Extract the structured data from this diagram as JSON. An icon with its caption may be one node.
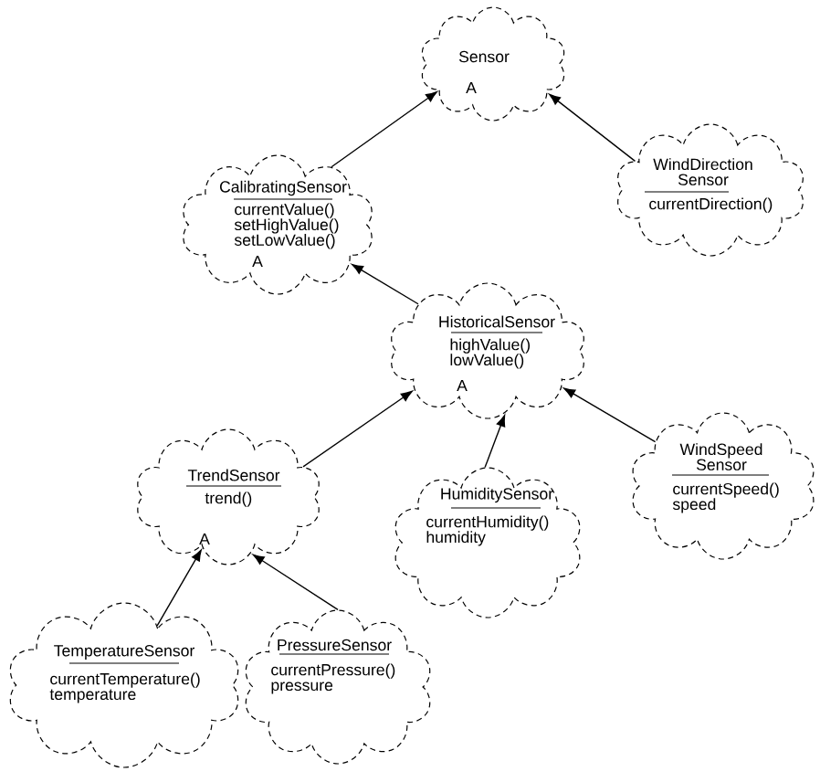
{
  "diagram": {
    "nodes": [
      {
        "text": [
          "Sensor",
          "A"
        ]
      },
      {
        "text": [
          "CalibratingSensor",
          "currentValue() setHighValue() setLowValue()",
          "A"
        ]
      },
      {
        "text": [
          "WindDirection Sensor",
          "currentDirection()"
        ]
      },
      {
        "text": [
          "HistoricalSensor",
          "highValue() lowValue()",
          "A"
        ]
      },
      {
        "text": [
          "TrendSensor",
          "trend()",
          "A"
        ]
      },
      {
        "text": [
          "HumiditySensor",
          "currentHumidity() humidity"
        ]
      },
      {
        "text": [
          "WindSpeed Sensor",
          "currentSpeed() speed"
        ]
      },
      {
        "text": [
          "TemperatureSensor",
          "currentTemperature() temperature"
        ]
      },
      {
        "text": [
          "PressureSensor",
          "currentPressure() pressure"
        ]
      }
    ],
    "edges": [
      {
        "from": 1,
        "to": 0,
        "arrow": "to"
      },
      {
        "from": 2,
        "to": 0,
        "arrow": "to"
      },
      {
        "from": 3,
        "to": 1,
        "arrow": "to"
      },
      {
        "from": 4,
        "to": 3,
        "arrow": "to"
      },
      {
        "from": 5,
        "to": 3,
        "arrow": "to"
      },
      {
        "from": 6,
        "to": 3,
        "arrow": "to"
      },
      {
        "from": 7,
        "to": 4,
        "arrow": "to"
      },
      {
        "from": 8,
        "to": 4,
        "arrow": "to"
      }
    ]
  }
}
